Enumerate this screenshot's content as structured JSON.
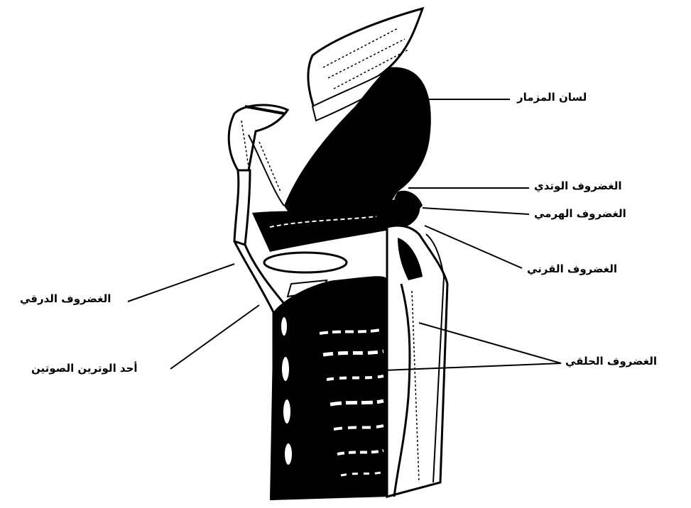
{
  "diagram": {
    "labels": {
      "epiglottis": "لسان المزمار",
      "cuneiform": "الغضروف الوتدي",
      "arytenoid": "الغضروف الهرمي",
      "corniculate": "الغضروف القرني",
      "thyroid": "الغضروف الدرقي",
      "vocal_cord": "أحد الوترين الصوتين",
      "cricoid": "الغضروف الحلقي"
    },
    "colors": {
      "ink": "#000000",
      "paper": "#ffffff"
    }
  }
}
